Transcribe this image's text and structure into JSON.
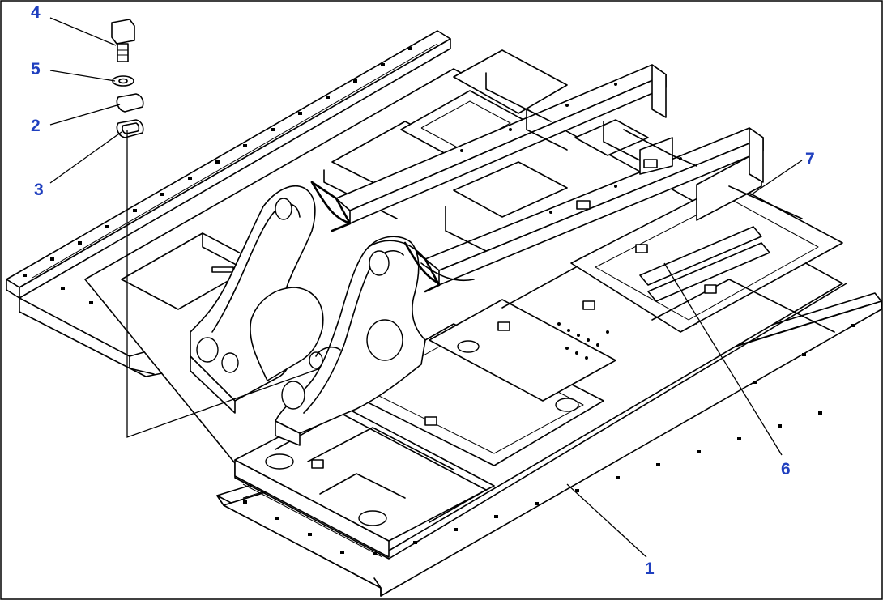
{
  "diagram": {
    "callouts": [
      {
        "id": "4",
        "label": "4"
      },
      {
        "id": "5",
        "label": "5"
      },
      {
        "id": "2",
        "label": "2"
      },
      {
        "id": "3",
        "label": "3"
      },
      {
        "id": "7",
        "label": "7"
      },
      {
        "id": "6",
        "label": "6"
      },
      {
        "id": "1",
        "label": "1"
      }
    ],
    "colors": {
      "callout_text": "#1f3fbf",
      "line_art": "#000000",
      "background": "#ffffff"
    }
  }
}
